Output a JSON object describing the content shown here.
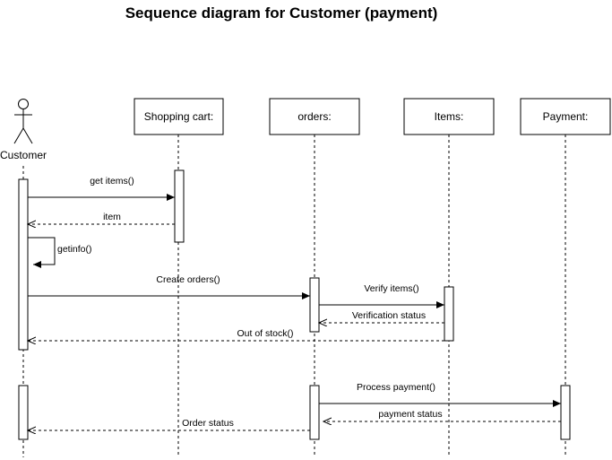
{
  "title": "Sequence diagram for Customer (payment)",
  "participants": [
    {
      "id": "customer",
      "label": "Customer",
      "kind": "actor"
    },
    {
      "id": "cart",
      "label": "Shopping cart:",
      "kind": "object"
    },
    {
      "id": "orders",
      "label": "orders:",
      "kind": "object"
    },
    {
      "id": "items",
      "label": "Items:",
      "kind": "object"
    },
    {
      "id": "payment",
      "label": "Payment:",
      "kind": "object"
    }
  ],
  "messages": [
    {
      "label": "get items()",
      "from": "customer",
      "to": "cart",
      "type": "sync"
    },
    {
      "label": "item",
      "from": "cart",
      "to": "customer",
      "type": "return"
    },
    {
      "label": "getinfo()",
      "from": "customer",
      "to": "customer",
      "type": "self"
    },
    {
      "label": "Create orders()",
      "from": "customer",
      "to": "orders",
      "type": "sync"
    },
    {
      "label": "Verify items()",
      "from": "orders",
      "to": "items",
      "type": "sync"
    },
    {
      "label": "Verification status",
      "from": "items",
      "to": "orders",
      "type": "return"
    },
    {
      "label": "Out of stock()",
      "from": "items",
      "to": "customer",
      "type": "return"
    },
    {
      "label": "Process payment()",
      "from": "orders",
      "to": "payment",
      "type": "sync"
    },
    {
      "label": "payment status",
      "from": "payment",
      "to": "orders",
      "type": "return"
    },
    {
      "label": "Order status",
      "from": "orders",
      "to": "customer",
      "type": "return"
    }
  ]
}
